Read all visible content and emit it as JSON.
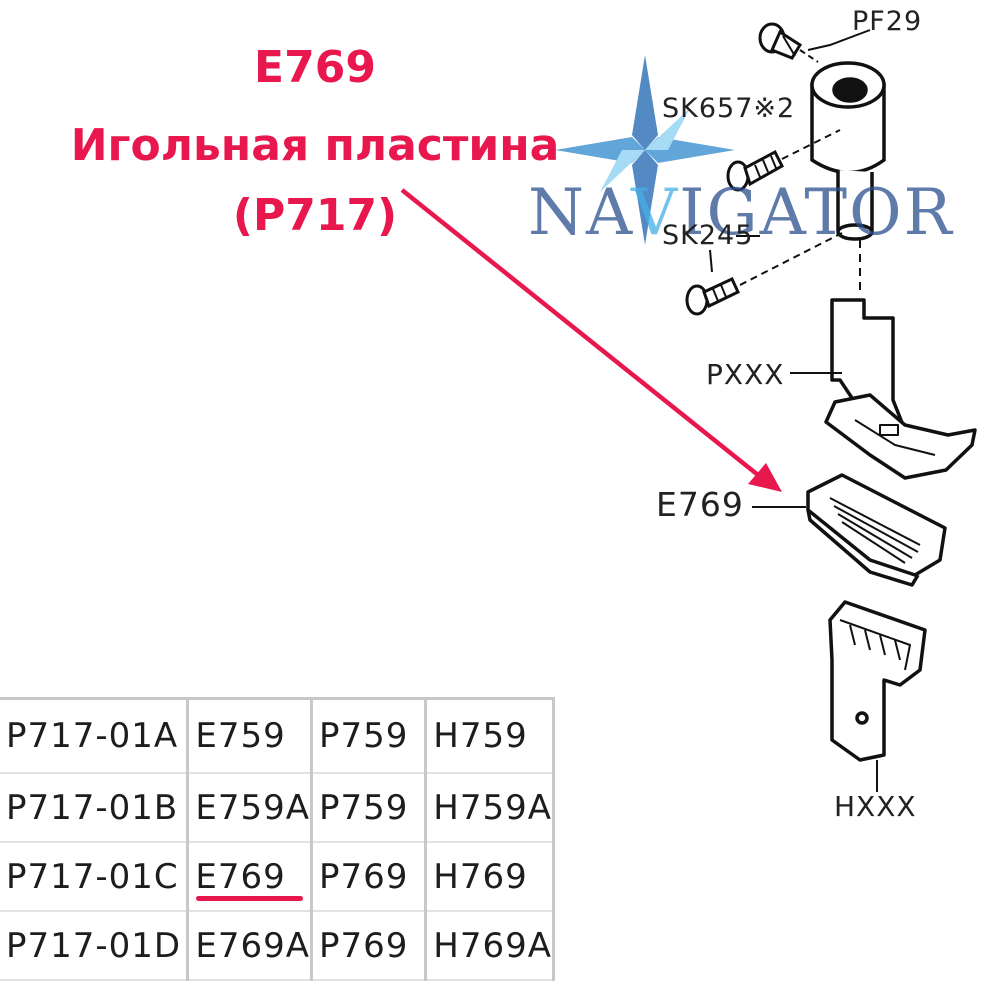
{
  "heading": {
    "code": "E769",
    "name": "Игольная пластина",
    "model": "(P717)"
  },
  "colors": {
    "heading": "#e8174d",
    "arrow": "#e8174d",
    "logo": "#2a4f8d",
    "logo_accent": "#43b0e6"
  },
  "watermark": {
    "text_left": "NA",
    "text_accent": "V",
    "text_right": "IGATOR",
    "icon": "compass-star-icon"
  },
  "diagram_labels": {
    "pf29": "PF29",
    "sk657": "SK657※2",
    "sk245": "SK245",
    "pxxx": "PXXX",
    "e769": "E769",
    "hxxx": "HXXX"
  },
  "parts_table": {
    "rows": [
      [
        "P717-01A",
        "E759",
        "P759",
        "H759"
      ],
      [
        "P717-01B",
        "E759A",
        "P759",
        "H759A"
      ],
      [
        "P717-01C",
        "E769",
        "P769",
        "H769"
      ],
      [
        "P717-01D",
        "E769A",
        "P769",
        "H769A"
      ]
    ],
    "highlighted": "E769"
  }
}
